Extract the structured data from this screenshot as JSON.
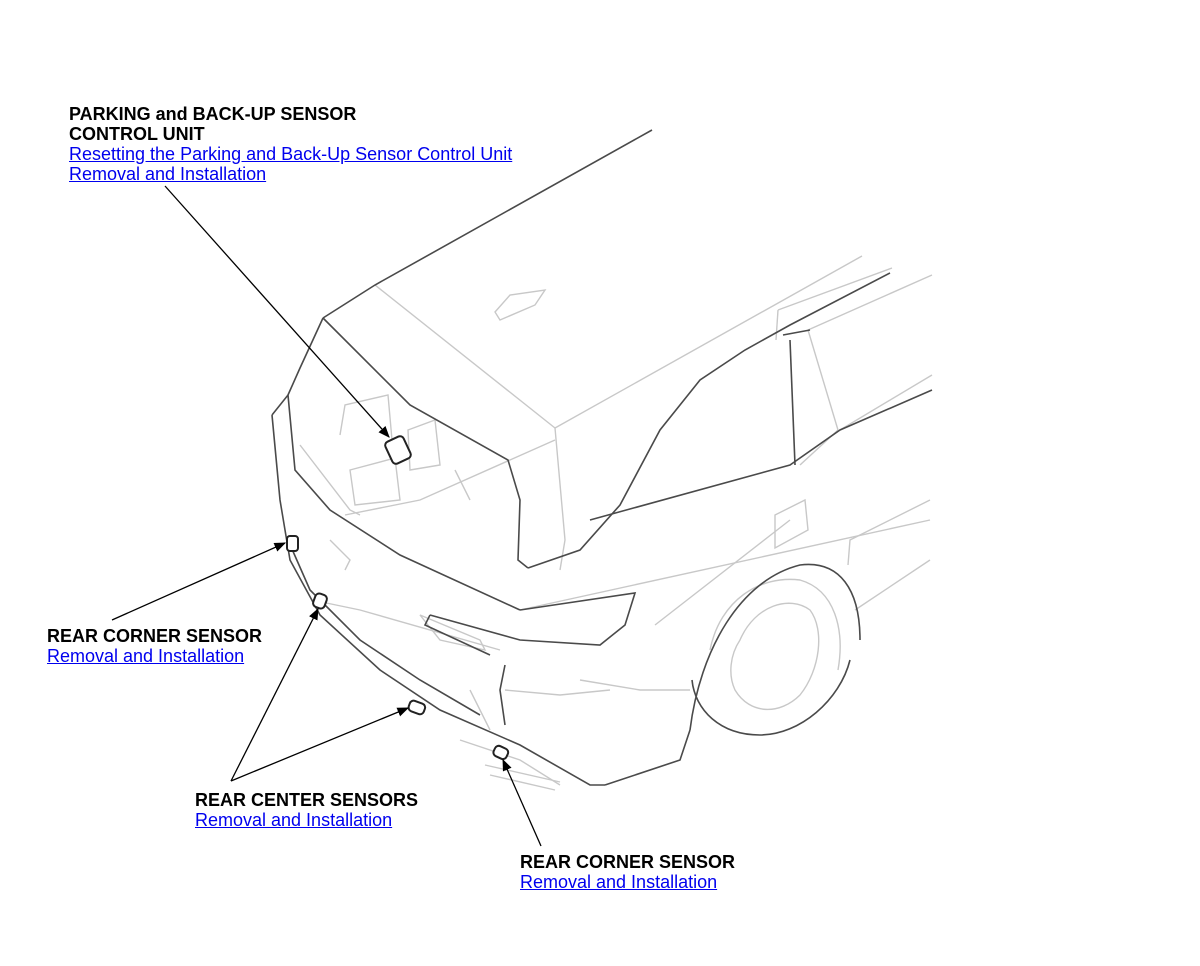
{
  "callouts": {
    "control_unit": {
      "title_line1": "PARKING and BACK-UP SENSOR",
      "title_line2": "CONTROL UNIT",
      "links": [
        "Resetting the Parking and Back-Up Sensor Control Unit",
        "Removal and Installation"
      ]
    },
    "rear_corner_left": {
      "title": "REAR CORNER SENSOR",
      "link": "Removal and Installation"
    },
    "rear_center": {
      "title": "REAR CENTER SENSORS",
      "link": "Removal and Installation"
    },
    "rear_corner_right": {
      "title": "REAR CORNER SENSOR",
      "link": "Removal and Installation"
    }
  },
  "colors": {
    "link": "#0000ee",
    "vehicle_outline": "#4a4a4a",
    "vehicle_detail": "#c8c8c8"
  }
}
